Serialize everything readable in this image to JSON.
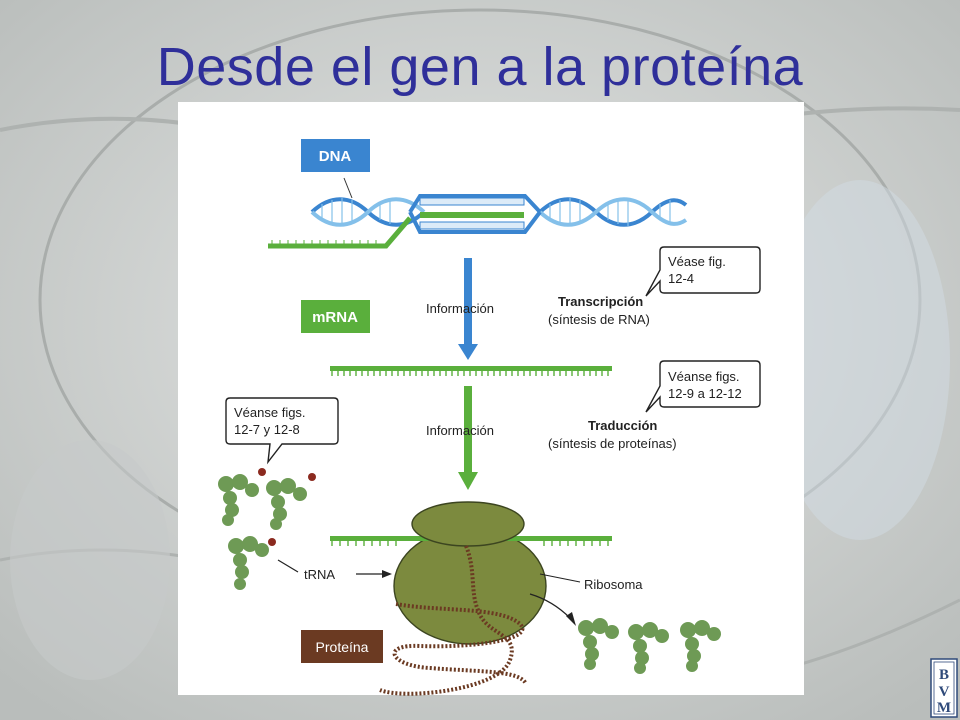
{
  "slide": {
    "title": "Desde el gen a la proteína"
  },
  "labels": {
    "dna": "DNA",
    "mrna": "mRNA",
    "protein": "Proteína",
    "info1": "Información",
    "info2": "Información",
    "trna": "tRNA",
    "ribosome": "Ribosoma"
  },
  "processes": {
    "transcription": {
      "name": "Transcripción",
      "detail": "(síntesis de RNA)"
    },
    "translation": {
      "name": "Traducción",
      "detail": "(síntesis de proteínas)"
    }
  },
  "callouts": {
    "fig_12_4": [
      "Véase fig.",
      "12-4"
    ],
    "fig_12_9": [
      "Véanse figs.",
      "12-9 a 12-12"
    ],
    "fig_12_7": [
      "Véanse figs.",
      "12-7 y 12-8"
    ]
  },
  "logo": {
    "letters": [
      "B",
      "V",
      "M"
    ]
  },
  "colors": {
    "dna_blue": "#3a85d0",
    "mrna_green": "#5aaf3c",
    "protein_brown": "#6b3a22",
    "ribosome_olive": "#7c8a3e",
    "title_blue": "#2f2f9a"
  }
}
